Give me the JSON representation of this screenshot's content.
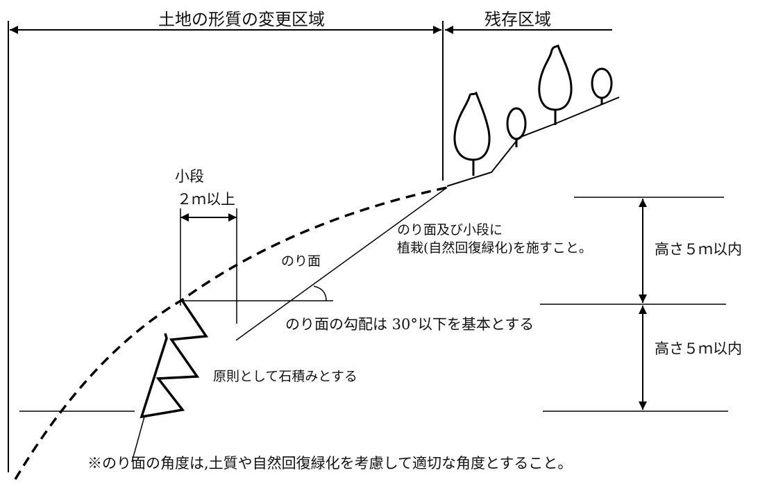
{
  "labels": {
    "change_area": "土地の形質の変更区域",
    "remaining_area": "残存区域",
    "berm": "小段",
    "berm_width": "２ｍ以上",
    "slope_face": "のり面",
    "planting_line1": "のり面及び小段に",
    "planting_line2": "植栽(自然回復緑化)を施すこと。",
    "height_upper": "高さ５ｍ以内",
    "height_lower": "高さ５ｍ以内",
    "gradient_note": "のり面の勾配は 30°以下を基本とする",
    "stone_masonry": "原則として石積みとする",
    "footnote": "※のり面の角度は,土質や自然回復緑化を考慮して適切な角度とすること。"
  },
  "colors": {
    "line": "#000000",
    "background": "#ffffff"
  }
}
